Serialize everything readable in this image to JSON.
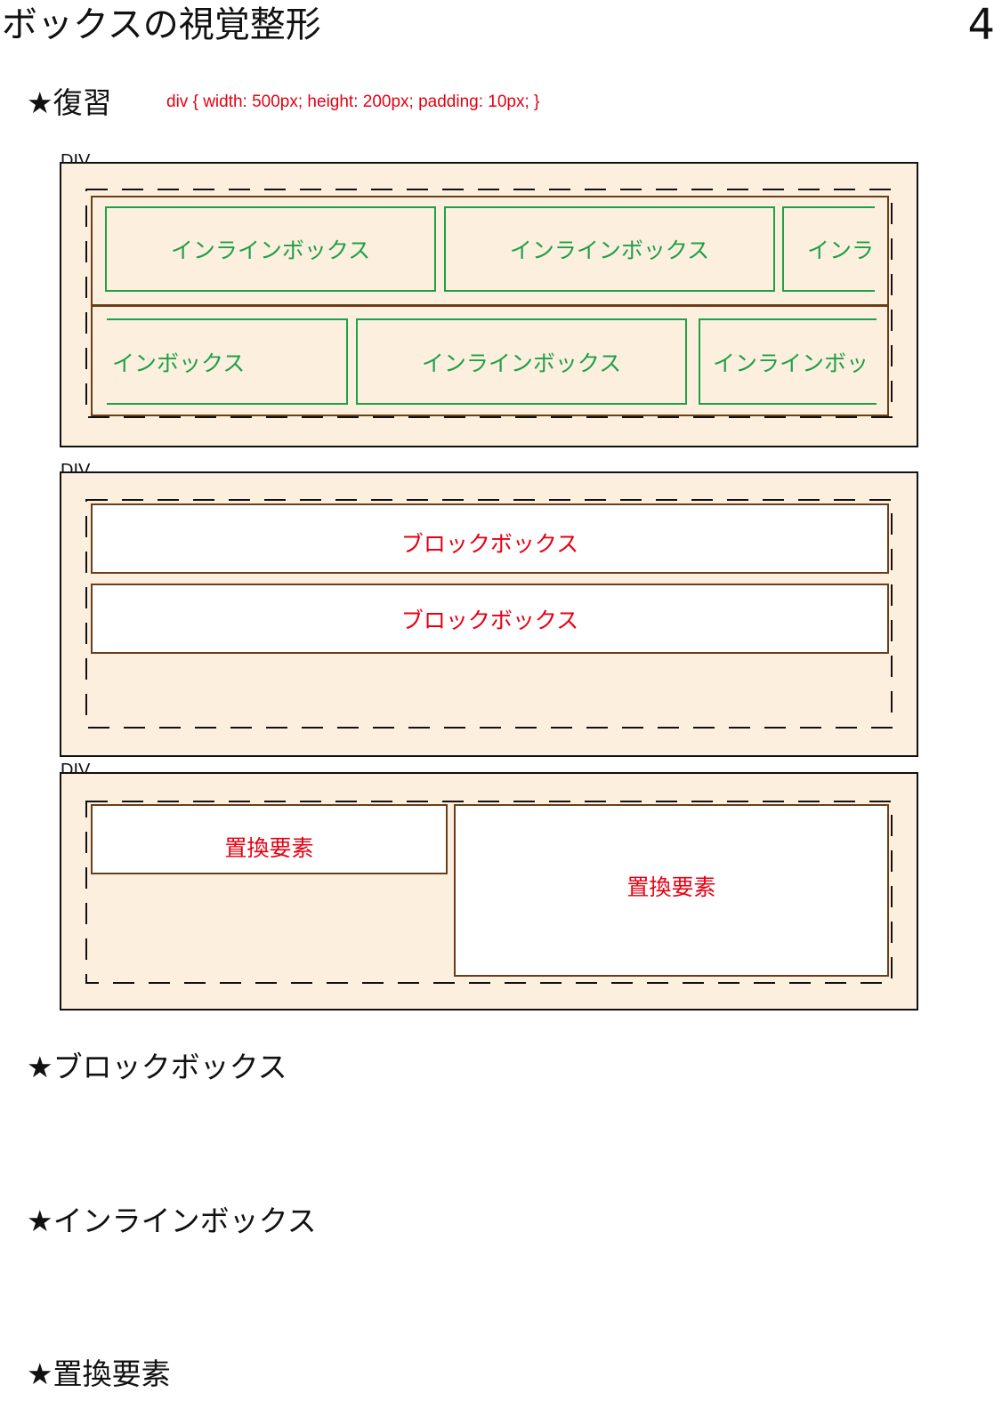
{
  "page": {
    "title": "ボックスの視覚整形",
    "page_number": "4"
  },
  "review": {
    "heading": "★復習",
    "css_rule": "div { width: 500px; height: 200px; padding: 10px; }"
  },
  "diagram1": {
    "div_label": "DIV",
    "line1": [
      "インラインボックス",
      "インラインボックス",
      "インラ"
    ],
    "line2": [
      "インボックス",
      "インラインボックス",
      "インラインボッ"
    ]
  },
  "diagram2": {
    "div_label": "DIV",
    "blocks": [
      "ブロックボックス",
      "ブロックボックス"
    ]
  },
  "diagram3": {
    "div_label": "DIV",
    "replaced": [
      "置換要素",
      "置換要素"
    ]
  },
  "sections": {
    "block_box": "★ブロックボックス",
    "inline_box": "★インラインボックス",
    "replaced_element": "★置換要素"
  },
  "colors": {
    "container_fill": "#fcefde",
    "inline_border": "#1ea04a",
    "box_border": "#6b3e1a",
    "accent_red": "#e60012"
  }
}
